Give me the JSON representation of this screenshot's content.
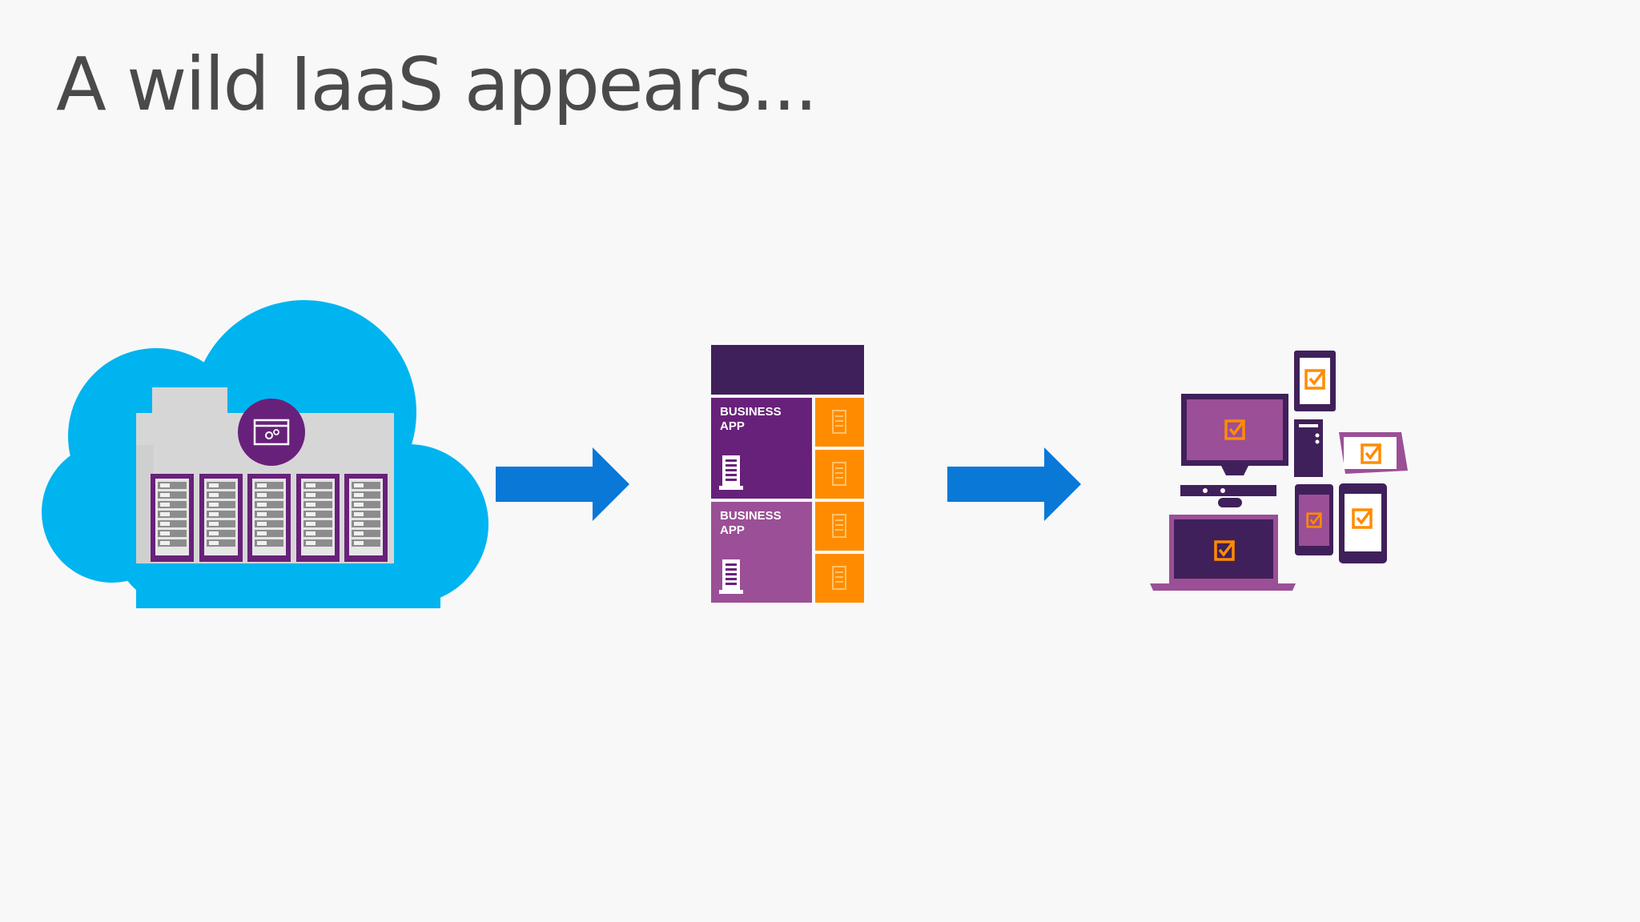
{
  "slide": {
    "title": "A wild IaaS appears..."
  },
  "diagram": {
    "app_tiles": [
      {
        "line1": "BUSINESS",
        "line2": "APP"
      },
      {
        "line1": "BUSINESS",
        "line2": "APP"
      }
    ]
  },
  "colors": {
    "background": "#f8f8f9",
    "cloud": "#00b4ef",
    "arrow": "#0a78d7",
    "purple_dark": "#40205a",
    "purple": "#68217a",
    "purple_light": "#9b4f96",
    "orange": "#ff8c00",
    "server_gray": "#d6d6d6"
  },
  "icons": [
    "cloud-icon",
    "datacenter-icon",
    "settings-window-icon",
    "server-rack-icon",
    "arrow-right-icon",
    "building-icon",
    "server-icon",
    "monitor-icon",
    "laptop-icon",
    "tablet-icon",
    "phone-icon",
    "checkbox-icon"
  ]
}
